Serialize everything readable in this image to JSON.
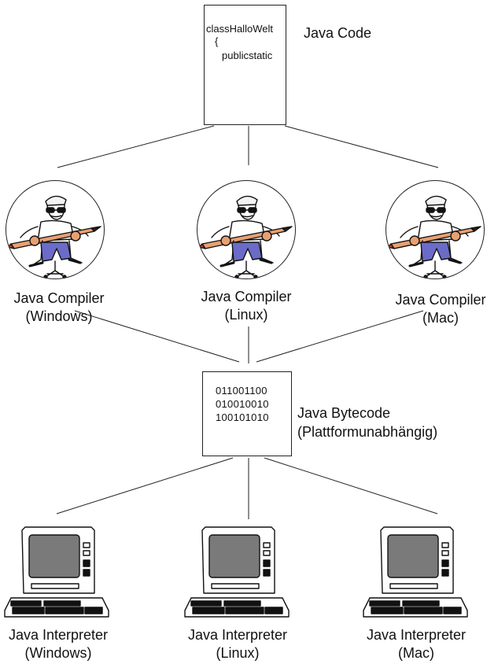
{
  "source": {
    "code_lines": [
      "classHalloWelt",
      "{",
      "publicstatic"
    ],
    "label": "Java Code"
  },
  "compilers": [
    {
      "line1": "Java Compiler",
      "line2": "(Windows)"
    },
    {
      "line1": "Java Compiler",
      "line2": "(Linux)"
    },
    {
      "line1": "Java Compiler",
      "line2": "(Mac)"
    }
  ],
  "bytecode": {
    "lines": [
      "011001100",
      "010010010",
      "100101010"
    ],
    "label_line1": "Java Bytecode",
    "label_line2": "(Plattformunabhängig)"
  },
  "interpreters": [
    {
      "line1": "Java Interpreter",
      "line2": "(Windows)"
    },
    {
      "line1": "Java Interpreter",
      "line2": "(Linux)"
    },
    {
      "line1": "Java Interpreter",
      "line2": "(Mac)"
    }
  ],
  "icons": {
    "compiler": "developer-with-pencil-icon",
    "interpreter": "desktop-computer-icon"
  }
}
